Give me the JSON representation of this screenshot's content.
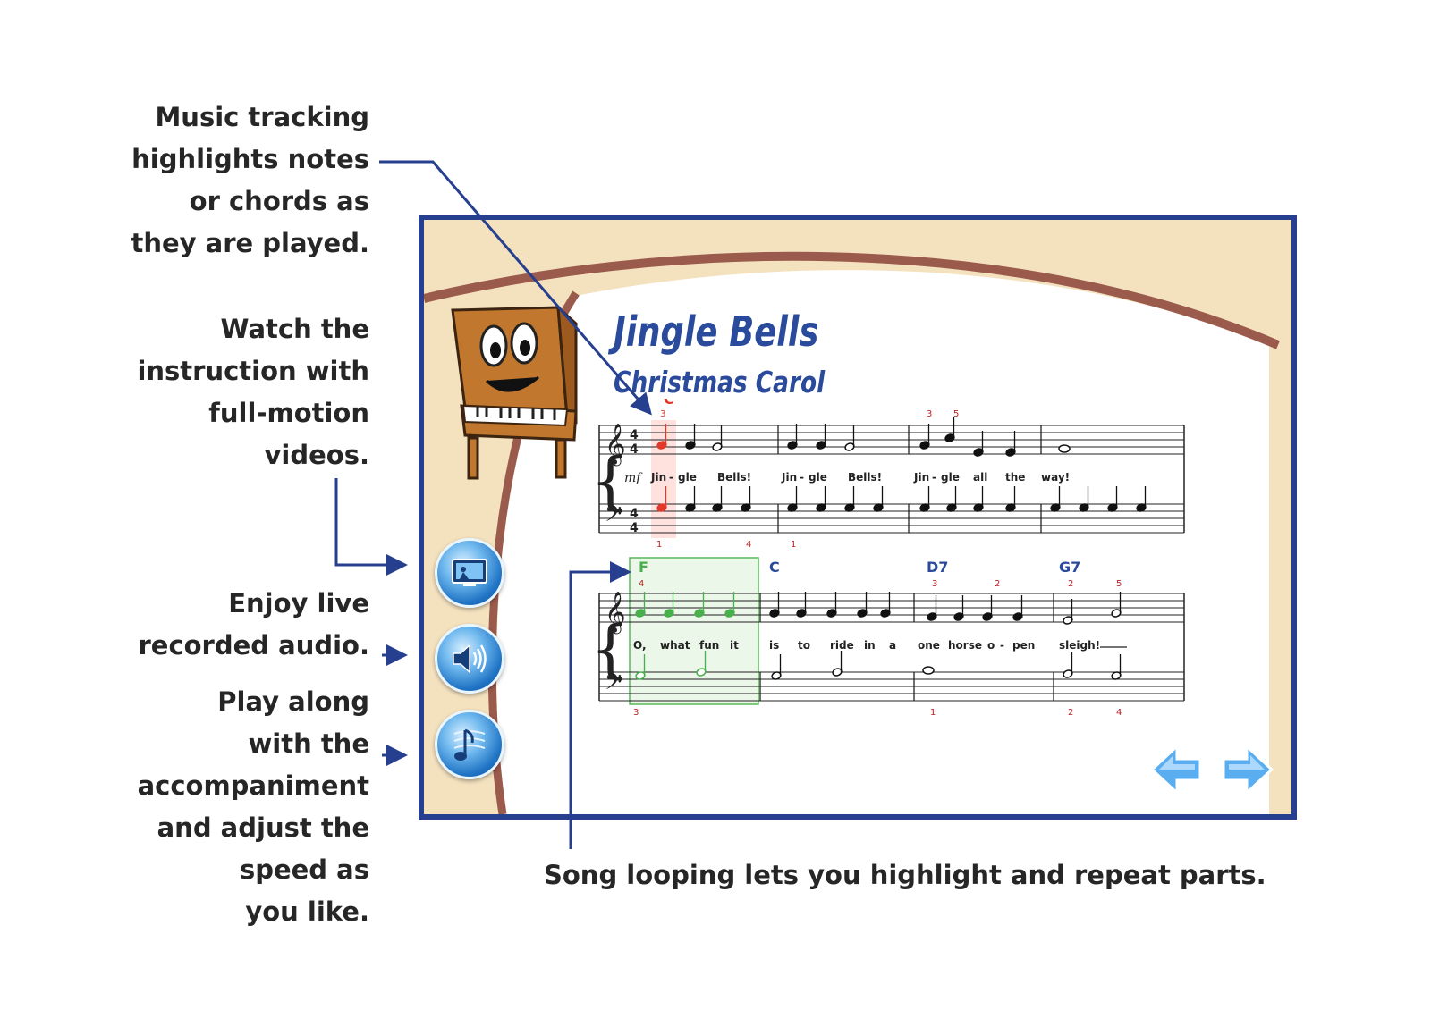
{
  "callouts": {
    "tracking": "Music tracking\nhighlights notes\nor chords as\nthey are played.",
    "video": "Watch the\ninstruction with\nfull-motion\nvideos.",
    "audio": "Enjoy live\nrecorded audio.",
    "playalong": "Play along\nwith the\naccompaniment\nand adjust the\nspeed as\nyou like.",
    "looping": "Song looping lets you highlight and repeat parts."
  },
  "song": {
    "title": "Jingle Bells",
    "subtitle": "Christmas Carol",
    "dynamic": "mf",
    "system1": {
      "chords": [
        "C"
      ],
      "fingerings_treble": [
        "3",
        "3",
        "5"
      ],
      "fingerings_bass": [
        "1",
        "4",
        "1"
      ],
      "measures": [
        [
          "Jin",
          "-",
          "gle",
          "Bells!"
        ],
        [
          "Jin",
          "-",
          "gle",
          "Bells!"
        ],
        [
          "Jin",
          "-",
          "gle",
          "all",
          "the"
        ],
        [
          "way!"
        ]
      ]
    },
    "system2": {
      "chords": [
        "F",
        "C",
        "D7",
        "G7"
      ],
      "fingerings_treble": [
        "4",
        "3",
        "2",
        "2",
        "5"
      ],
      "fingerings_bass": [
        "3",
        "1",
        "2",
        "4"
      ],
      "measures": [
        [
          "O,",
          "what",
          "fun",
          "it"
        ],
        [
          "is",
          "to",
          "ride",
          "in",
          "a"
        ],
        [
          "one",
          "horse",
          "o",
          "-",
          "pen"
        ],
        [
          "sleigh!"
        ]
      ]
    }
  },
  "buttons": {
    "video_icon": "video-screen-icon",
    "audio_icon": "speaker-icon",
    "playalong_icon": "music-note-icon",
    "back_icon": "arrow-left-icon",
    "forward_icon": "arrow-right-icon"
  },
  "colors": {
    "frame": "#26408f",
    "title": "#2a4a9c",
    "highlight_tracking": "#e23a2a",
    "highlight_loop": "#48b04a",
    "button_blue": "#1f73c4",
    "arc": "#9a5a4c"
  }
}
